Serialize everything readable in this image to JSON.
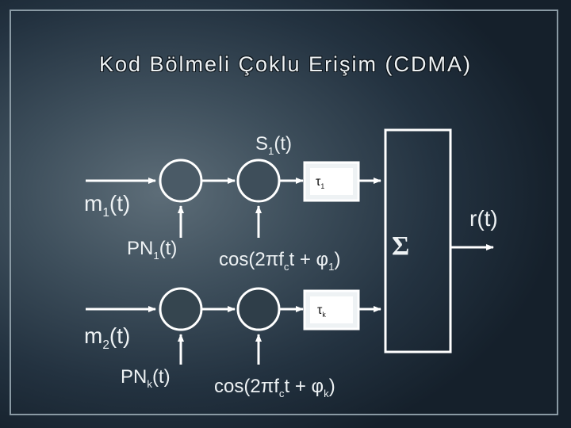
{
  "title": "Kod Bölmeli Çoklu Erişim (CDMA)",
  "labels": {
    "s1": {
      "main": "S",
      "sub": "1",
      "rest": "(t)"
    },
    "tau1": {
      "main": "τ",
      "sub": "1"
    },
    "m1": {
      "main": "m",
      "sub": "1",
      "rest": "(t)"
    },
    "pn1": {
      "main": "PN",
      "sub": "1",
      "rest": "(t)"
    },
    "cos1": {
      "pre": "cos(2πf",
      "sub": "c",
      "mid": "t + φ",
      "sub2": "1",
      "post": ")"
    },
    "sigma": "Σ",
    "rt": "r(t)",
    "tauk": {
      "main": "τ",
      "sub": "k"
    },
    "m2": {
      "main": "m",
      "sub": "2",
      "rest": "(t)"
    },
    "pnk": {
      "main": "PN",
      "sub": "k",
      "rest": "(t)"
    },
    "cosk": {
      "pre": "cos(2πf",
      "sub": "c",
      "mid": "t + φ",
      "sub2": "k",
      "post": ")"
    }
  },
  "colors": {
    "line": "#ffffff",
    "fill": "#ffffff",
    "background": "#2b3a47"
  }
}
